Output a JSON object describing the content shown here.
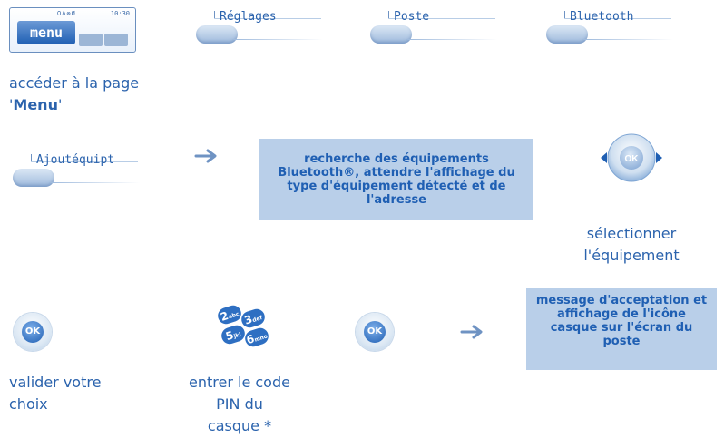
{
  "phone_screen": {
    "status_icons": "ΩΔ⊗Ø",
    "time": "10:30",
    "menu_key_label": "menu"
  },
  "softkeys": [
    {
      "label": "Réglages"
    },
    {
      "label": "Poste"
    },
    {
      "label": "Bluetooth"
    },
    {
      "label": "Ajoutéquipt"
    }
  ],
  "steps": {
    "access_menu_line1": "accéder à la page",
    "access_menu_prefix": "'",
    "access_menu_bold": "Menu",
    "access_menu_suffix": "'",
    "search_info": "recherche des équipements Bluetooth®, attendre l'affichage du type d'équipement détecté et de l'adresse",
    "select_device_line1": "sélectionner",
    "select_device_line2": "l'équipement",
    "validate_line1": "valider votre",
    "validate_line2": "choix",
    "pin_line1": "entrer le code",
    "pin_line2": "PIN du",
    "pin_line3": "casque *",
    "result_info": "message d'acceptation et affichage de l'icône casque sur l'écran du poste"
  },
  "ok_label": "OK",
  "keypad": [
    "2",
    "3",
    "5",
    "6"
  ],
  "keypad_sub": [
    "abc",
    "def",
    "jkl",
    "mno"
  ],
  "colors": {
    "accent": "#2b63ad",
    "box_bg": "#b9cfe9"
  }
}
